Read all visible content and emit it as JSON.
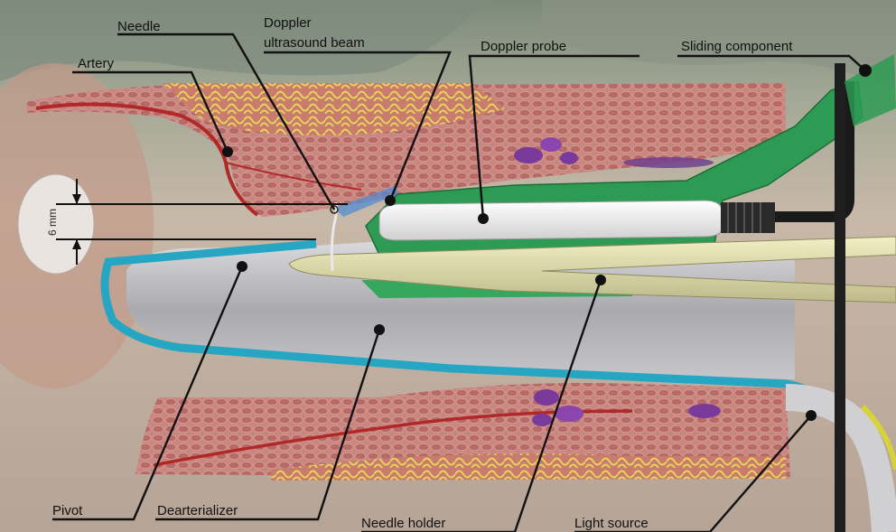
{
  "labels": {
    "needle": "Needle",
    "doppler_beam_line1": "Doppler",
    "doppler_beam_line2": "ultrasound beam",
    "artery": "Artery",
    "doppler_probe": "Doppler probe",
    "sliding_component": "Sliding component",
    "pivot": "Pivot",
    "dearterializer": "Dearterializer",
    "needle_holder": "Needle holder",
    "light_source": "Light source",
    "dimension": "6 mm"
  },
  "colors": {
    "background": "#c9c6bd",
    "tissue_pink": "#c98a86",
    "tissue_dark": "#a65a5a",
    "fat_yellow": "#e3cf6a",
    "artery_red": "#b52a2a",
    "device_blue": "#26a6c2",
    "device_gray": "#b9b9bd",
    "probe_green": "#2e9b54",
    "probe_white": "#f4f4f4",
    "needle_holder": "#d9d7a6",
    "vein_purple": "#7a3a9c"
  }
}
